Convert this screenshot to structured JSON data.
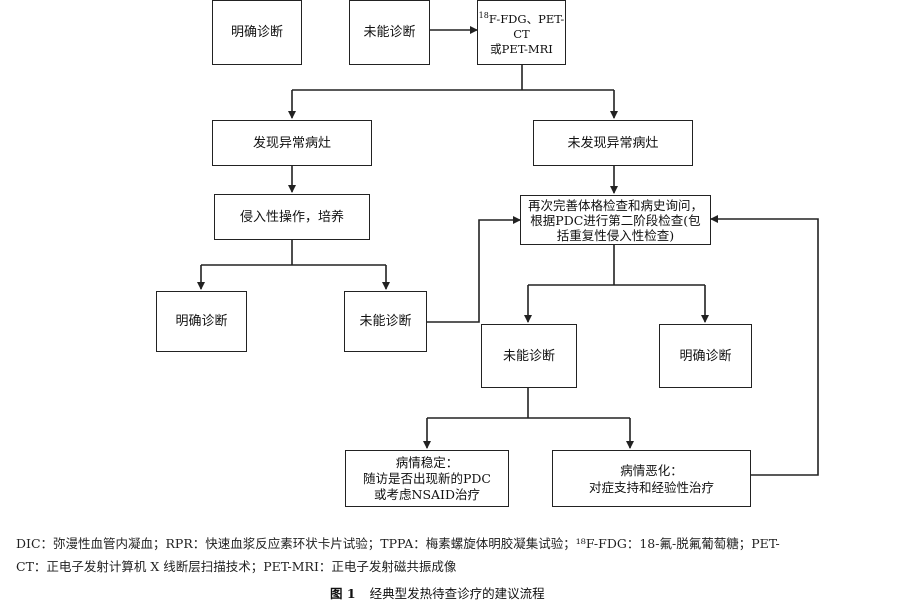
{
  "boxes": {
    "top_definite": "明确诊断",
    "top_undiagnosed": "未能诊断",
    "pet": {
      "sup": "18",
      "line1": "F-FDG、PET-CT",
      "line2": "或PET-MRI"
    },
    "abnormal_found": "发现异常病灶",
    "no_abnormal": "未发现异常病灶",
    "invasive": "侵入性操作，培养",
    "left_definite": "明确诊断",
    "left_undiagnosed": "未能诊断",
    "reexam": "再次完善体格检查和病史询问，\n根据PDC进行第二阶段检查(包\n括重复性侵入性检查)",
    "mid_undiagnosed": "未能诊断",
    "mid_definite": "明确诊断",
    "stable": "病情稳定：\n随访是否出现新的PDC\n或考虑NSAID治疗",
    "worse": "病情恶化：\n对症支持和经验性治疗"
  },
  "footnote": {
    "line1": "DIC：弥漫性血管内凝血；RPR：快速血浆反应素环状卡片试验；TPPA：梅素螺旋体明胶凝集试验；¹⁸F-FDG：18-氟-脱氟葡萄糖；PET-",
    "line2": "CT：正电子发射计算机 X 线断层扫描技术；PET-MRI：正电子发射磁共振成像"
  },
  "caption": {
    "label": "图 1",
    "text": "经典型发热待查诊疗的建议流程"
  }
}
